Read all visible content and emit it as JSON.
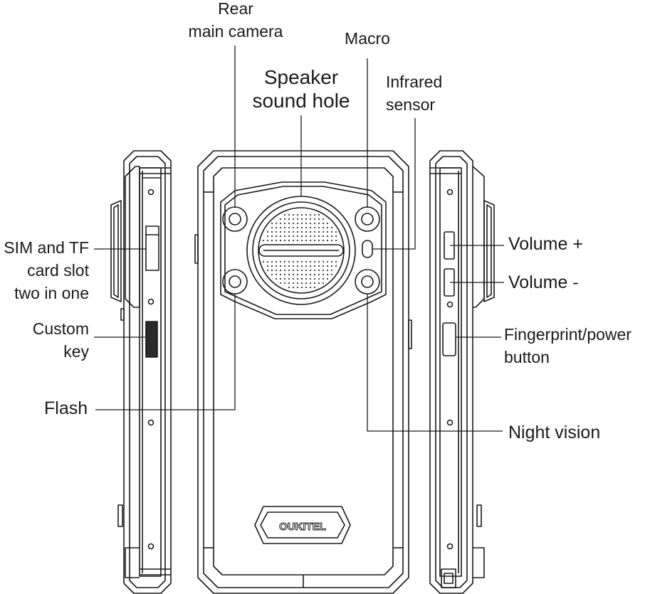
{
  "brand": "OUKITEL",
  "labels": {
    "rear_camera": [
      "Rear",
      "main camera"
    ],
    "speaker": [
      "Speaker",
      "sound hole"
    ],
    "macro": [
      "Macro"
    ],
    "infrared": [
      "Infrared",
      "sensor"
    ],
    "sim_slot": [
      "SIM and TF",
      "card slot",
      "two in one"
    ],
    "custom_key": [
      "Custom",
      "key"
    ],
    "flash": [
      "Flash"
    ],
    "volume_up": [
      "Volume +"
    ],
    "volume_down": [
      "Volume -"
    ],
    "fingerprint": [
      "Fingerprint/power",
      "button"
    ],
    "night_vision": [
      "Night vision"
    ]
  },
  "colors": {
    "line": "#1a1a1a",
    "bg": "#ffffff"
  }
}
